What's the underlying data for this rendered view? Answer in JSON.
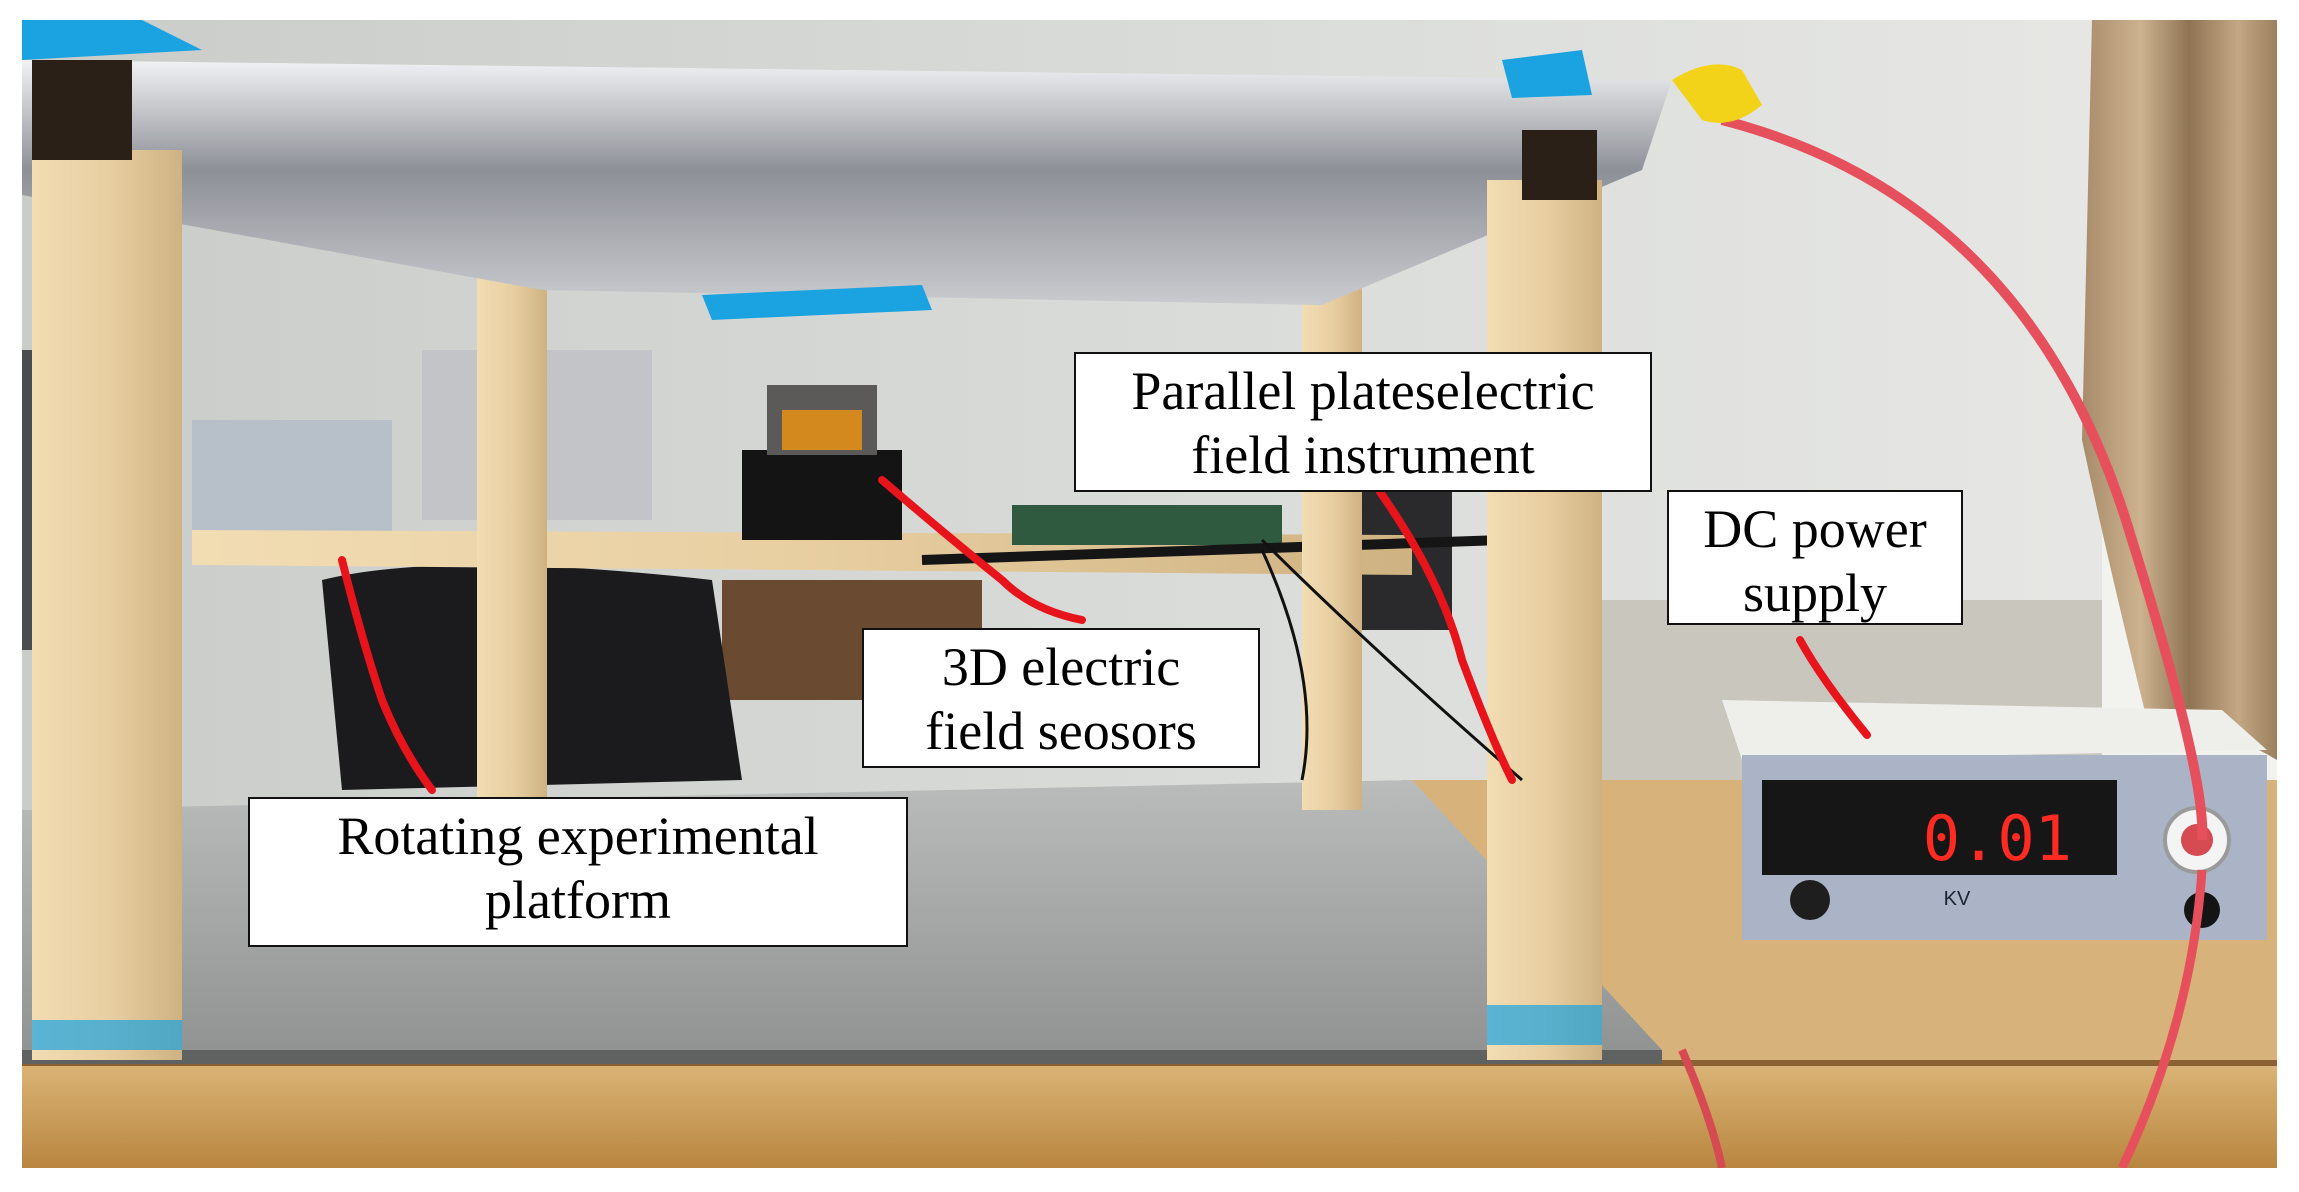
{
  "labels": {
    "parallel_plates": {
      "line1": "Parallel plateselectric",
      "line2": "field instrument"
    },
    "dc_power": {
      "line1": "DC power",
      "line2": "supply"
    },
    "sensors": {
      "line1": "3D electric",
      "line2": "field seosors"
    },
    "platform": {
      "line1": "Rotating experimental",
      "line2": "platform"
    }
  },
  "meter": {
    "reading": "0.01",
    "unit": "KV"
  },
  "colors": {
    "pointer": "#e8141b",
    "meter_digits": "#ff2a22",
    "wood": "#e8cfa2",
    "cable": "#e6505c",
    "tape": "#1aa3e0"
  }
}
